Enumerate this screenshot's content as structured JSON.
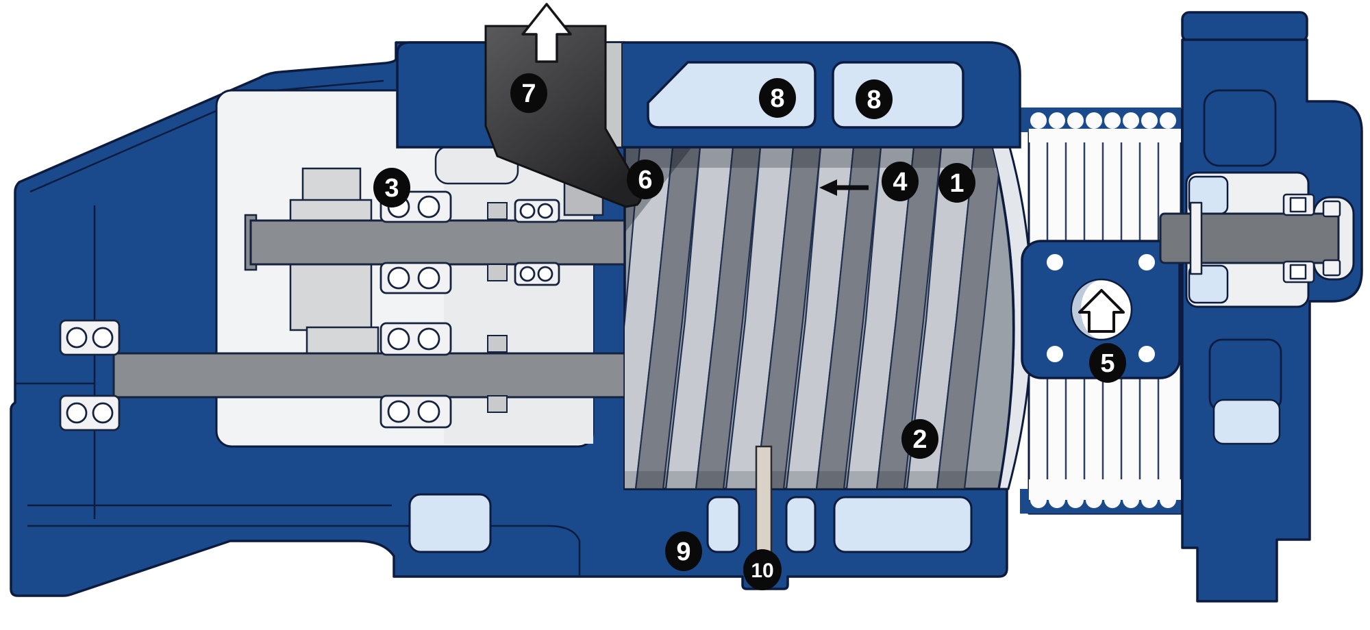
{
  "diagram": {
    "type": "cutaway-technical-diagram",
    "subject": "screw pump cross-section with numbered callouts",
    "badges": [
      "1",
      "2",
      "3",
      "4",
      "5",
      "6",
      "7",
      "8",
      "8",
      "9",
      "10"
    ],
    "icons": [
      "exhaust-arrow-up-icon",
      "inlet-arrow-up-icon",
      "flow-direction-arrow-left-icon"
    ],
    "colors": {
      "housing_blue": "#1a4a8c",
      "outline_navy": "#0c1b3e",
      "rotor_light_gray": "#c6cad0",
      "rotor_mid_gray": "#9aa0a8",
      "rotor_dark_gray": "#7a7f87",
      "shaft_gray": "#8a8e92",
      "interior_white": "#f2f3f5",
      "panel_light_blue": "#d6e5f5",
      "exhaust_dark": "#2b2b2d",
      "badge_black": "#0a0a0b",
      "sensor_tan": "#d9d3c7"
    }
  }
}
